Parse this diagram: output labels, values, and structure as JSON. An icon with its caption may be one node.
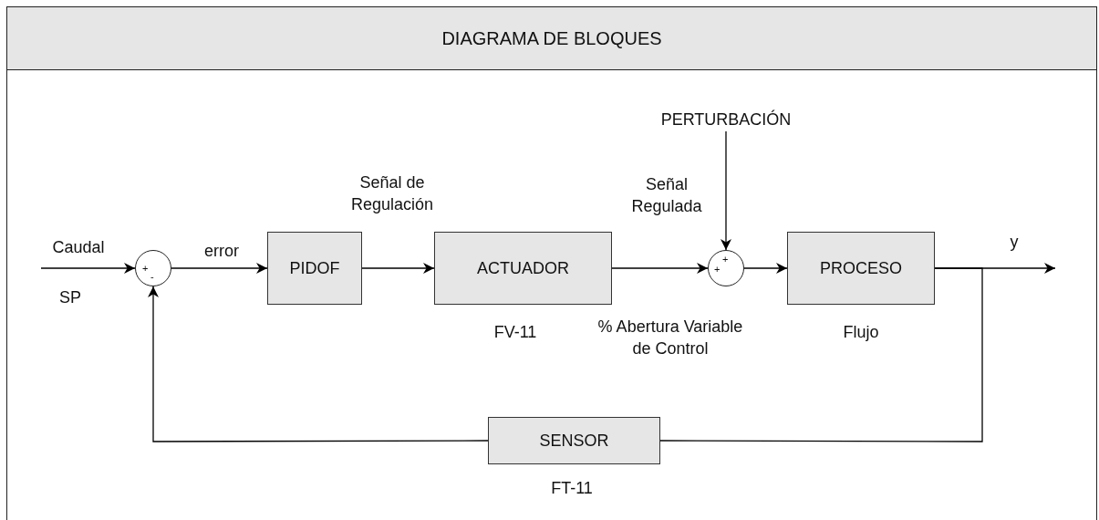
{
  "diagram": {
    "title": "DIAGRAMA DE BLOQUES",
    "nodes": [
      {
        "text": [
          "+",
          "-"
        ]
      },
      {
        "text": [
          "PIDOF"
        ]
      },
      {
        "text": [
          "ACTUADOR"
        ],
        "beside": [
          "FV-11"
        ]
      },
      {
        "text": [
          "+",
          "+"
        ]
      },
      {
        "text": [
          "PROCESO"
        ],
        "beside": [
          "Flujo"
        ]
      },
      {
        "text": [
          "SENSOR"
        ],
        "beside": [
          "FT-11"
        ]
      },
      {
        "text": [
          "PERTURBACIÓN"
        ]
      }
    ],
    "edges": [
      {
        "from": null,
        "to": 0,
        "arrow": "to",
        "label": "Caudal"
      },
      {
        "from": 0,
        "to": 1,
        "arrow": "to",
        "label": "error"
      },
      {
        "from": 1,
        "to": 2,
        "arrow": "to",
        "label": "Señal de Regulación"
      },
      {
        "from": 2,
        "to": 3,
        "arrow": "to",
        "label": "Señal Regulada"
      },
      {
        "from": 6,
        "to": 3,
        "arrow": "to"
      },
      {
        "from": 3,
        "to": 4,
        "arrow": "to"
      },
      {
        "from": 4,
        "to": null,
        "arrow": "to",
        "label": "y"
      },
      {
        "from": 4,
        "to": 5,
        "arrow": "none"
      },
      {
        "from": 5,
        "to": 0,
        "arrow": "to"
      }
    ],
    "labels": [
      "SP",
      "% Abertura Variable de Control"
    ]
  }
}
